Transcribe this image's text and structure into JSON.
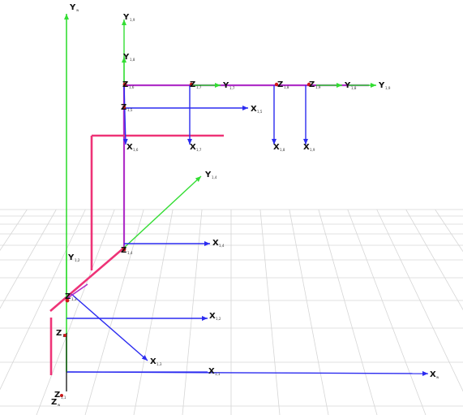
{
  "colors": {
    "x_axis": "#2b2bf0",
    "y_axis": "#33dd33",
    "z_axis": "#d01818",
    "link": "#b030c8",
    "highlight": "#ee3377",
    "grid": "#d6d6d6"
  },
  "labels": {
    "y_base": {
      "main": "Y",
      "sub": "w"
    },
    "y_top": {
      "main": "Y",
      "sub": "1,9"
    },
    "y_upper": {
      "main": "Y",
      "sub": "1,8"
    },
    "z_top1": {
      "main": "Z",
      "sub": "1,6"
    },
    "z_top2": {
      "main": "Z",
      "sub": "1,7"
    },
    "y_top_mid": {
      "main": "Y",
      "sub": "1,7"
    },
    "z_top3": {
      "main": "Z",
      "sub": "1,8"
    },
    "z_top4": {
      "main": "Z",
      "sub": "1,9"
    },
    "y_right1": {
      "main": "Y",
      "sub": "1,8"
    },
    "y_right2": {
      "main": "Y",
      "sub": "1,9"
    },
    "z_mid": {
      "main": "Z",
      "sub": "1,5"
    },
    "x_mid": {
      "main": "X",
      "sub": "1,5"
    },
    "x_down1": {
      "main": "X",
      "sub": "1,6"
    },
    "x_down2": {
      "main": "X",
      "sub": "1,7"
    },
    "x_down3": {
      "main": "X",
      "sub": "1,8"
    },
    "x_down4": {
      "main": "X",
      "sub": "1,9"
    },
    "y_diag": {
      "main": "Y",
      "sub": "1,4"
    },
    "z_elbow": {
      "main": "Z",
      "sub": "1,4"
    },
    "x_elbow": {
      "main": "X",
      "sub": "1,4"
    },
    "y_low": {
      "main": "Y",
      "sub": "1,2"
    },
    "z_lowleft": {
      "main": "Z",
      "sub": "1,3"
    },
    "x_low": {
      "main": "X",
      "sub": "1,2"
    },
    "z_low2": {
      "main": "Z",
      "sub": "1,2"
    },
    "x_diag_low": {
      "main": "X",
      "sub": "1,3"
    },
    "x_base_mid": {
      "main": "X",
      "sub": "1,1"
    },
    "x_far": {
      "main": "X",
      "sub": "w"
    },
    "z_bottom1": {
      "main": "Z",
      "sub": "1,1"
    },
    "z_bottom2": {
      "main": "Z",
      "sub": "w"
    }
  }
}
